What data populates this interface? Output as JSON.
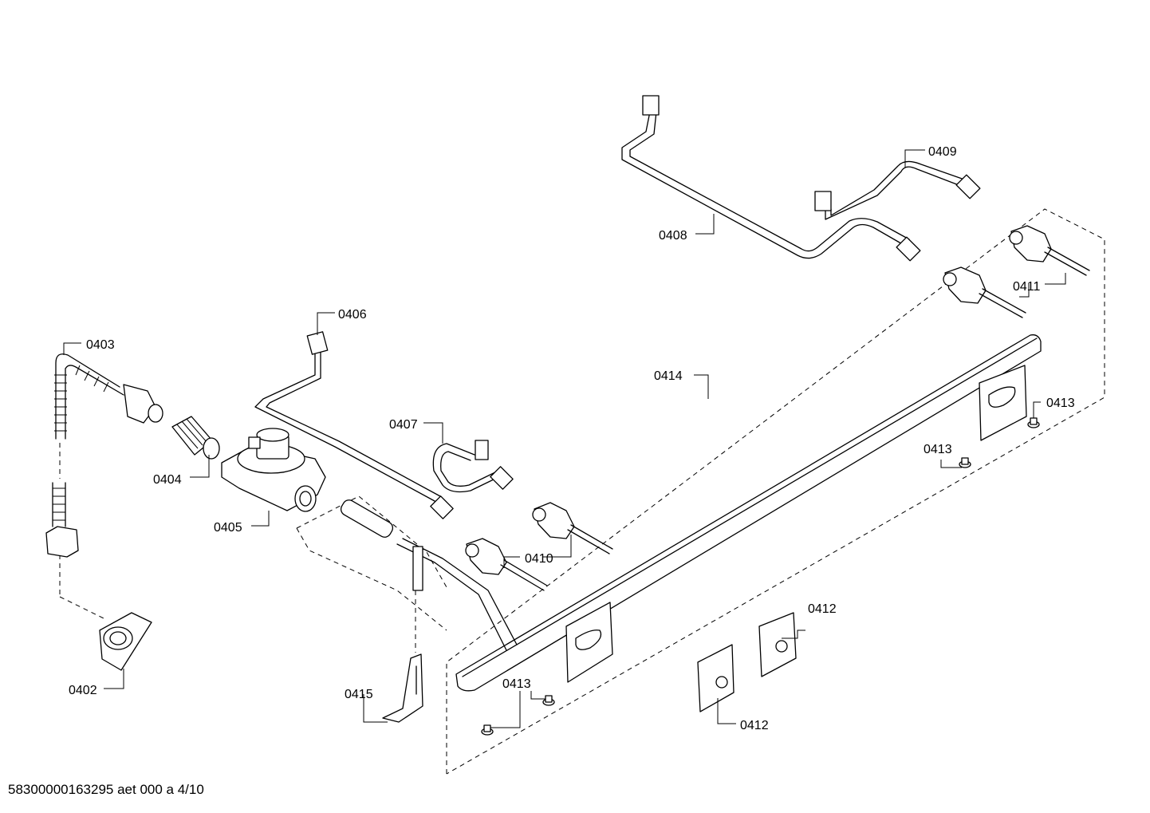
{
  "labels": {
    "p0402": "0402",
    "p0403": "0403",
    "p0404": "0404",
    "p0405": "0405",
    "p0406": "0406",
    "p0407": "0407",
    "p0408": "0408",
    "p0409": "0409",
    "p0410": "0410",
    "p0411": "0411",
    "p0412a": "0412",
    "p0412b": "0412",
    "p0413a": "0413",
    "p0413b": "0413",
    "p0413c": "0413",
    "p0414": "0414",
    "p0415": "0415"
  },
  "footer": "58300000163295 aet 000 a 4/10"
}
